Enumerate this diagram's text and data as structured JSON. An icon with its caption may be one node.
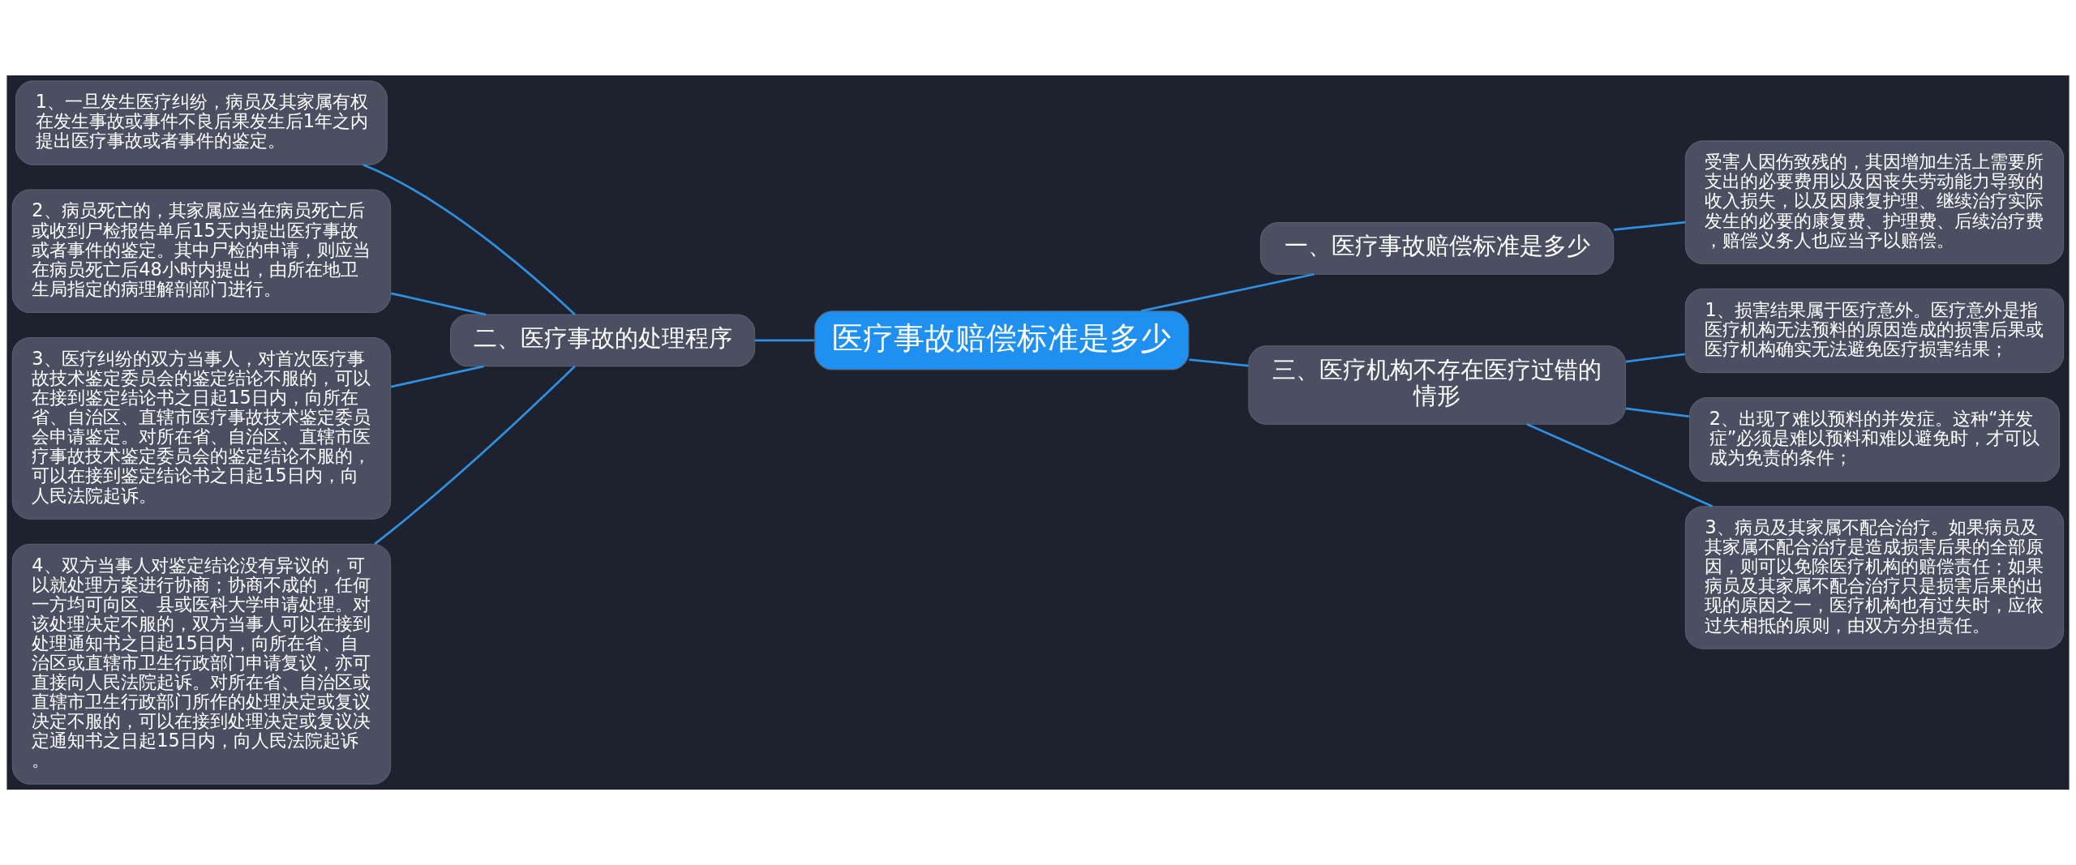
{
  "diagram": {
    "nodes": [
      {
        "text": [
          "医疗事故赔偿标准是多少"
        ]
      },
      {
        "text": [
          "一、医疗事故赔偿标准是多少"
        ]
      },
      {
        "text": [
          "受害人因伤致残的，其因增加生活上需要所支出的必要费用以及因丧失劳动能力导致的收入损失，以及因康复护理、继续治疗实际发生的必要的康复费、护理费、后续治疗费，赔偿义务人也应当予以赔偿。"
        ]
      },
      {
        "text": [
          "二、医疗事故的处理程序"
        ]
      },
      {
        "text": [
          "1、一旦发生医疗纠纷，病员及其家属有权在发生事故或事件不良后果发生后1年之内提出医疗事故或者事件的鉴定。"
        ]
      },
      {
        "text": [
          "2、病员死亡的，其家属应当在病员死亡后或收到尸检报告单后15天内提出医疗事故或者事件的鉴定。其中尸检的申请，则应当在病员死亡后48小时内提出，由所在地卫生局指定的病理解剖部门进行。"
        ]
      },
      {
        "text": [
          "3、医疗纠纷的双方当事人，对首次医疗事故技术鉴定委员会的鉴定结论不服的，可以在接到鉴定结论书之日起15日内，向所在省、自治区、直辖市医疗事故技术鉴定委员会申请鉴定。对所在省、自治区、直辖市医疗事故技术鉴定委员会的鉴定结论不服的，可以在接到鉴定结论书之日起15日内，向人民法院起诉。"
        ]
      },
      {
        "text": [
          "4、双方当事人对鉴定结论没有异议的，可以就处理方案进行协商；协商不成的，任何一方均可向区、县或医科大学申请处理。对该处理决定不服的，双方当事人可以在接到处理通知书之日起15日内，向所在省、自治区或直辖市卫生行政部门申请复议，亦可直接向人民法院起诉。对所在省、自治区或直辖市卫生行政部门所作的处理决定或复议决定不服的，可以在接到处理决定或复议决定通知书之日起15日内，向人民法院起诉。"
        ]
      },
      {
        "text": [
          "三、医疗机构不存在医疗过错的情形"
        ]
      },
      {
        "text": [
          "1、损害结果属于医疗意外。医疗意外是指医疗机构无法预料的原因造成的损害后果或医疗机构确实无法避免医疗损害结果；"
        ]
      },
      {
        "text": [
          "2、出现了难以预料的并发症。这种“并发症”必须是难以预料和难以避免时，才可以成为免责的条件；"
        ]
      },
      {
        "text": [
          "3、病员及其家属不配合治疗。如果病员及其家属不配合治疗是造成损害后果的全部原因，则可以免除医疗机构的赔偿责任；如果病员及其家属不配合治疗只是损害后果的出现的原因之一，医疗机构也有过失时，应依过失相抵的原则，由双方分担责任。"
        ]
      }
    ],
    "edges": [
      {
        "from": 0,
        "to": 1,
        "arrow": "none"
      },
      {
        "from": 1,
        "to": 2,
        "arrow": "none"
      },
      {
        "from": 0,
        "to": 3,
        "arrow": "none"
      },
      {
        "from": 3,
        "to": 4,
        "arrow": "none"
      },
      {
        "from": 3,
        "to": 5,
        "arrow": "none"
      },
      {
        "from": 3,
        "to": 6,
        "arrow": "none"
      },
      {
        "from": 3,
        "to": 7,
        "arrow": "none"
      },
      {
        "from": 0,
        "to": 8,
        "arrow": "none"
      },
      {
        "from": 8,
        "to": 9,
        "arrow": "none"
      },
      {
        "from": 8,
        "to": 10,
        "arrow": "none"
      },
      {
        "from": 8,
        "to": 11,
        "arrow": "none"
      }
    ]
  }
}
